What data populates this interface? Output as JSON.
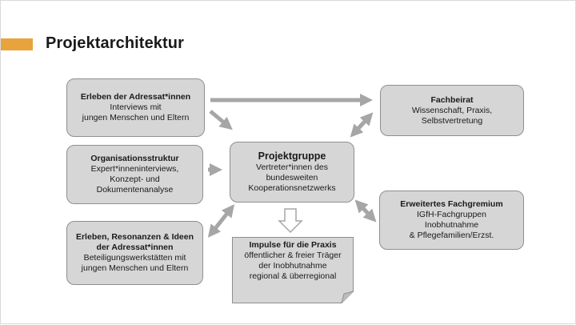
{
  "slide": {
    "title": "Projektarchitektur",
    "accent_color": "#e8a33d"
  },
  "nodes": {
    "adressaten": {
      "heading": "Erleben der Adressat*innen",
      "lines": [
        "Interviews mit",
        "jungen Menschen und Eltern"
      ]
    },
    "organisation": {
      "heading": "Organisationsstruktur",
      "lines": [
        "Expert*inneninterviews,",
        "Konzept- und",
        "Dokumentenanalyse"
      ]
    },
    "resonanzen": {
      "heading_lines": [
        "Erleben, Resonanzen & Ideen",
        "der Adressat*innen"
      ],
      "lines": [
        "Beteiligungswerkstätten mit",
        "jungen Menschen und Eltern"
      ]
    },
    "projektgruppe": {
      "heading": "Projektgruppe",
      "lines": [
        "Vertreter*innen des",
        "bundesweiten",
        "Kooperationsnetzwerks"
      ]
    },
    "fachbeirat": {
      "heading": "Fachbeirat",
      "lines": [
        "Wissenschaft, Praxis,",
        "Selbstvertretung"
      ]
    },
    "fachgremium": {
      "heading": "Erweitertes Fachgremium",
      "lines": [
        "IGfH-Fachgruppen",
        "Inobhutnahme",
        "& Pflegefamilien/Erzst."
      ]
    },
    "impulse": {
      "heading": "Impulse für die Praxis",
      "lines": [
        "öffentlicher & freier Träger",
        "der Inobhutnahme",
        "regional & überregional"
      ]
    }
  },
  "colors": {
    "box_fill": "#d6d6d6",
    "box_border": "#8f8f8f",
    "arrow": "#a6a6a6"
  }
}
